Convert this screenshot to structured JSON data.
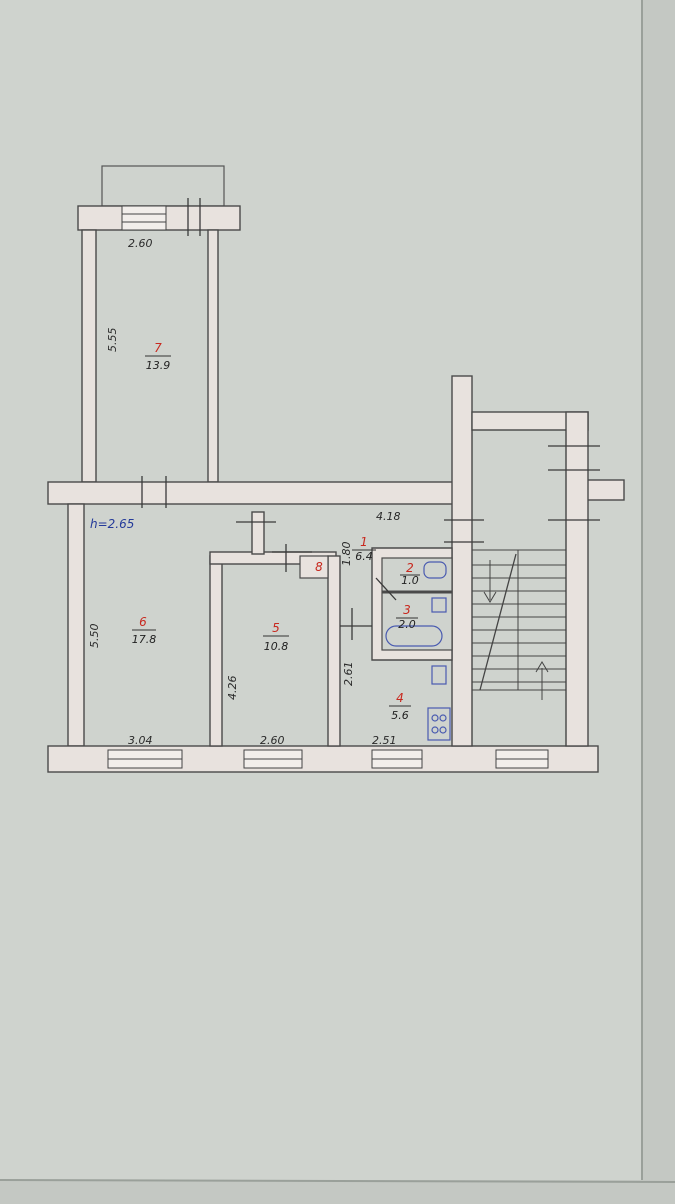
{
  "colors": {
    "room_number": "#c8281e",
    "ceiling_note": "#243a9a",
    "fixture": "#4a5bb0"
  },
  "floorplan": {
    "ceiling_height": "h=2.65",
    "rooms": [
      {
        "number": "7",
        "area": "13.9"
      },
      {
        "number": "6",
        "area": "17.8"
      },
      {
        "number": "5",
        "area": "10.8"
      },
      {
        "number": "4",
        "area": "5.6"
      },
      {
        "number": "1",
        "area": "6.4"
      },
      {
        "number": "2",
        "area": "1.0"
      },
      {
        "number": "3",
        "area": "2.0"
      },
      {
        "number": "8",
        "area": ""
      }
    ],
    "dimensions": {
      "room7_width": "2.60",
      "room7_length": "5.55",
      "room6_length": "5.50",
      "room6_width": "3.04",
      "room5_length": "4.26",
      "room5_width": "2.60",
      "room4_length": "2.61",
      "room4_width": "2.51",
      "hall_length": "4.18",
      "hall_width": "1.80"
    }
  }
}
